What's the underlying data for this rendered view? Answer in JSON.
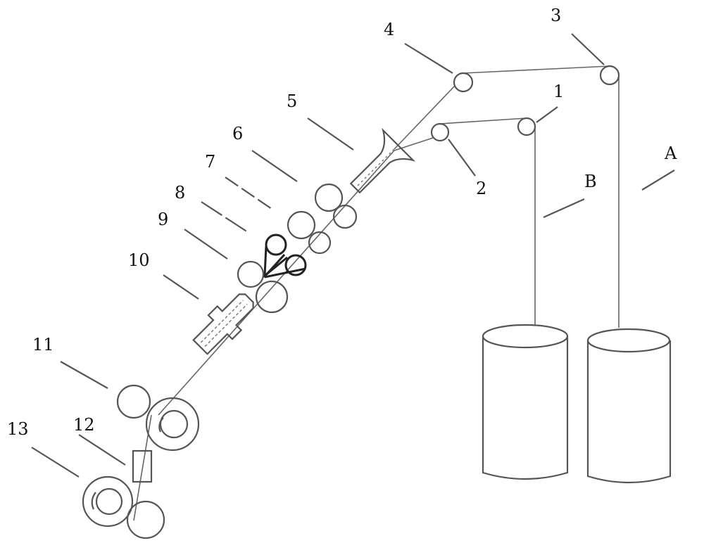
{
  "labels": {
    "l1": "1",
    "l2": "2",
    "l3": "3",
    "l4": "4",
    "l5": "5",
    "l6": "6",
    "l7": "7",
    "l8": "8",
    "l9": "9",
    "l10": "10",
    "l11": "11",
    "l12": "12",
    "l13": "13",
    "lA": "A",
    "lB": "B"
  }
}
